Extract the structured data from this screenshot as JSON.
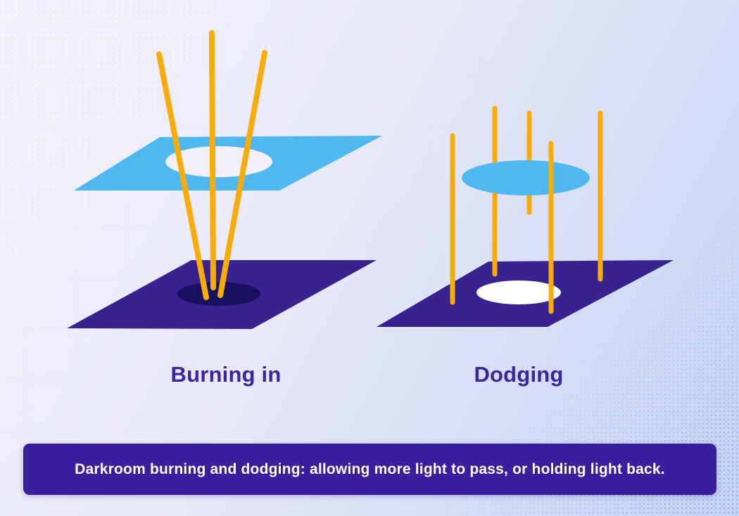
{
  "labels": {
    "left": "Burning in",
    "right": "Dodging"
  },
  "caption": {
    "text": "Darkroom burning and dodging: allowing more light to pass, or holding light back."
  },
  "colors": {
    "bg_start": "#F2F1FC",
    "bg_mid": "#E7E8F8",
    "bg_end": "#C3D3F2",
    "dot_white": "rgba(255,255,255,0.85)",
    "dot_blue": "rgba(96,150,222,0.60)",
    "ray_yellow": "#F7AC0A",
    "film_blue": "#4FB8F0",
    "tool_blue": "#4FB8F0",
    "paper_purple": "#38228F",
    "burn_spot_navy": "#171160",
    "hole_light": "#F2F1FB",
    "dodge_spot_white": "#FFFFFF",
    "caption_bg": "#391F9E",
    "caption_text": "#FFFFFF",
    "label_text": "#3B25A0"
  }
}
